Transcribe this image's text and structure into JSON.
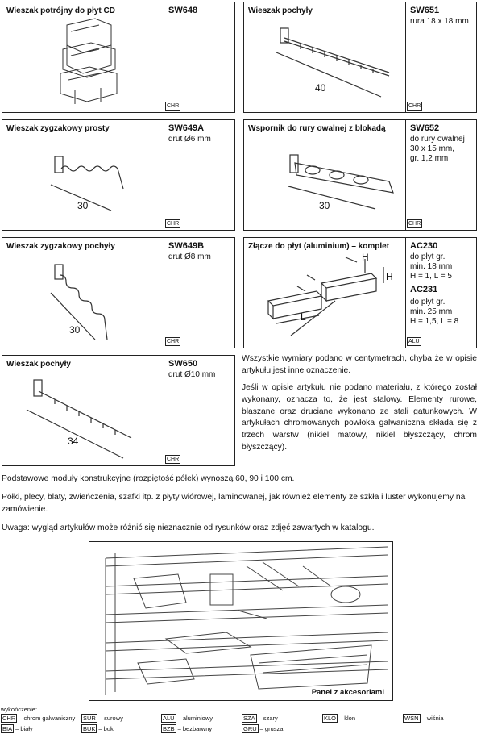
{
  "cards": [
    {
      "title": "Wieszak potrójny do płyt CD",
      "code": "SW648",
      "lines": [],
      "finish": "CHR"
    },
    {
      "title": "Wieszak pochyły",
      "code": "SW651",
      "lines": [
        "rura 18 x 18 mm"
      ],
      "finish": "CHR",
      "dim": "40"
    },
    {
      "title": "Wieszak zygzakowy prosty",
      "code": "SW649A",
      "lines": [
        "drut Ø6 mm"
      ],
      "finish": "CHR",
      "dim": "30"
    },
    {
      "title": "Wspornik do rury owalnej z blokadą",
      "code": "SW652",
      "lines": [
        "do rury owalnej",
        "30 x 15 mm,",
        "gr. 1,2 mm"
      ],
      "finish": "CHR",
      "dim": "30"
    },
    {
      "title": "Wieszak zygzakowy pochyły",
      "code": "SW649B",
      "lines": [
        "drut Ø8 mm"
      ],
      "finish": "CHR",
      "dim": "30"
    },
    {
      "title": "Złącze do płyt (aluminium) – komplet",
      "code": "AC230",
      "lines": [
        "do płyt gr.",
        "min. 18 mm",
        "H = 1, L = 5"
      ],
      "code2": "AC231",
      "lines2": [
        "do płyt gr.",
        "min. 25 mm",
        "H = 1,5, L = 8"
      ],
      "finish": "ALU",
      "dimH": "H",
      "dimH2": "H",
      "dimL": "L"
    },
    {
      "title": "Wieszak pochyły",
      "code": "SW650",
      "lines": [
        "drut Ø10 mm"
      ],
      "finish": "CHR",
      "dim": "34"
    }
  ],
  "side_text": {
    "p1": "Wszystkie wymiary podano w centymetrach, chyba że w opisie artykułu jest inne oznaczenie.",
    "p2": "Jeśli w opisie artykułu nie podano materiału, z którego został wykonany, oznacza to, że jest stalowy. Elementy rurowe, blaszane oraz druciane wykonano ze stali gatunkowych. W artykułach chromowanych powłoka galwaniczna składa się z trzech warstw (nikiel matowy, nikiel błyszczący, chrom błyszczący)."
  },
  "notes": {
    "n1": "Podstawowe moduły konstrukcyjne (rozpiętość półek) wynoszą 60, 90 i 100 cm.",
    "n2": "Półki, plecy, blaty, zwieńczenia, szafki itp. z płyty wiórowej, laminowanej, jak również elementy ze szkła i luster wykonujemy na zamówienie.",
    "n3": "Uwaga: wygląd artykułów może różnić się nieznacznie od rysunków oraz zdjęć zawartych w katalogu."
  },
  "panel_caption": "Panel z akcesoriami",
  "legend": {
    "title": "wykończenie:",
    "items": [
      {
        "code": "CHR",
        "label": "– chrom galwaniczny"
      },
      {
        "code": "SUR",
        "label": "– surowy"
      },
      {
        "code": "ALU",
        "label": "– aluminiowy"
      },
      {
        "code": "SZA",
        "label": "– szary"
      },
      {
        "code": "KLO",
        "label": "– klon"
      },
      {
        "code": "WSN",
        "label": "– wiśnia"
      },
      {
        "code": "BIA",
        "label": "– biały"
      },
      {
        "code": "BUK",
        "label": "– buk"
      },
      {
        "code": "BZB",
        "label": "– bezbarwny"
      },
      {
        "code": "GRU",
        "label": "– grusza"
      }
    ]
  }
}
